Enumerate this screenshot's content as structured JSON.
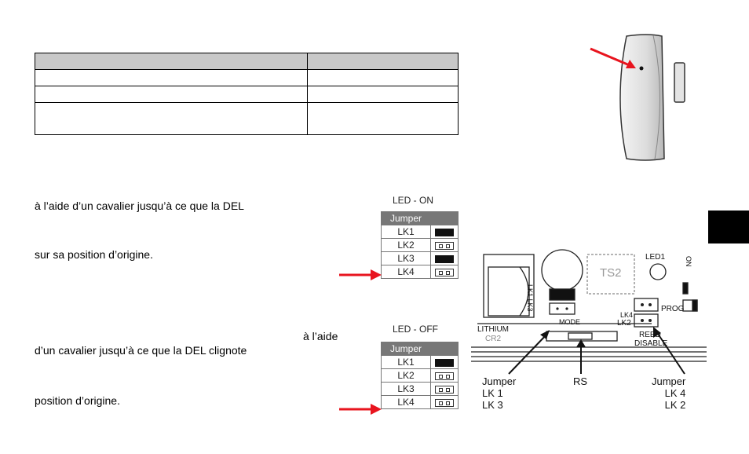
{
  "top_table": {
    "rows": [
      [
        "",
        ""
      ],
      [
        "",
        ""
      ],
      [
        "",
        ""
      ],
      [
        "",
        ""
      ]
    ]
  },
  "paragraphs": {
    "p1": "à l’aide d’un cavalier jusqu’à ce que la DEL",
    "p2": "sur sa position d’origine.",
    "p3a": "à l’aide",
    "p3b": "d’un cavalier jusqu’à ce que la DEL clignote",
    "p4": "position d’origine."
  },
  "jumper_on": {
    "title": "LED - ON",
    "header": "Jumper",
    "rows": [
      {
        "name": "LK1",
        "state": "closed"
      },
      {
        "name": "LK2",
        "state": "open"
      },
      {
        "name": "LK3",
        "state": "closed"
      },
      {
        "name": "LK4",
        "state": "open"
      }
    ]
  },
  "jumper_off": {
    "title": "LED - OFF",
    "header": "Jumper",
    "rows": [
      {
        "name": "LK1",
        "state": "closed"
      },
      {
        "name": "LK2",
        "state": "open"
      },
      {
        "name": "LK3",
        "state": "open"
      },
      {
        "name": "LK4",
        "state": "open"
      }
    ]
  },
  "pcb": {
    "led": "LED1",
    "ts": "TS2",
    "prog": "PROG",
    "lk4": "LK4",
    "lk2": "LK2",
    "mode": "MODE",
    "reed": "REED",
    "disable": "DISABLE",
    "lithium": "LITHIUM",
    "cr2": "CR2",
    "lk1lk3": "LK1 LK3",
    "on": "ON",
    "label_left": [
      "Jumper",
      "LK 1",
      "LK 3"
    ],
    "label_mid": "RS",
    "label_right": [
      "Jumper",
      "LK 4",
      "LK 2"
    ]
  },
  "colors": {
    "arrow": "#e8141e",
    "table_header": "#c8c8c8",
    "jumper_header": "#777777"
  }
}
